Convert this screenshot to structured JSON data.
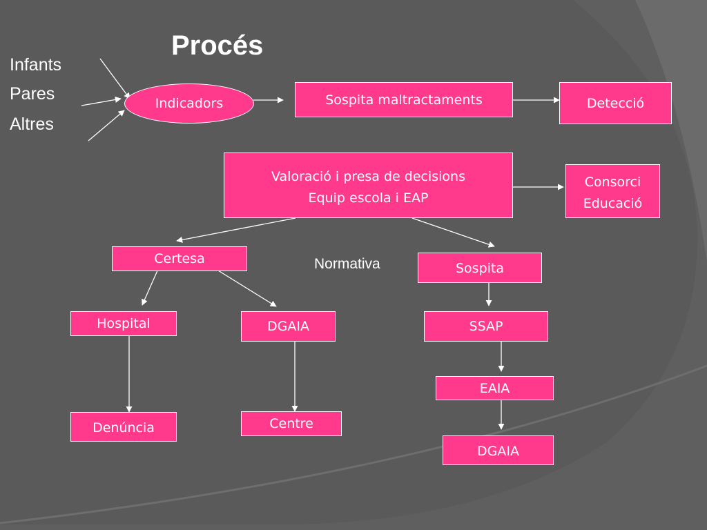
{
  "title": "Procés",
  "sources": [
    "Infants",
    "Pares",
    "Altres"
  ],
  "note": "Normativa",
  "nodes": {
    "indicadors": "Indicadors",
    "sospita_maltractaments": "Sospita maltractaments",
    "deteccio": "Detecció",
    "valoracio_line1": "Valoració i presa de decisions",
    "valoracio_line2": "Equip escola i EAP",
    "consorci_line1": "Consorci",
    "consorci_line2": "Educació",
    "certesa": "Certesa",
    "sospita": "Sospita",
    "hospital": "Hospital",
    "dgaia_left": "DGAIA",
    "ssap": "SSAP",
    "eaia": "EAIA",
    "denuncia": "Denúncia",
    "centre": "Centre",
    "dgaia_right": "DGAIA"
  },
  "colors": {
    "node_fill": "#ff3a8c",
    "node_border": "#ffffff",
    "background": "#5f5f5f",
    "text": "#ffffff"
  }
}
